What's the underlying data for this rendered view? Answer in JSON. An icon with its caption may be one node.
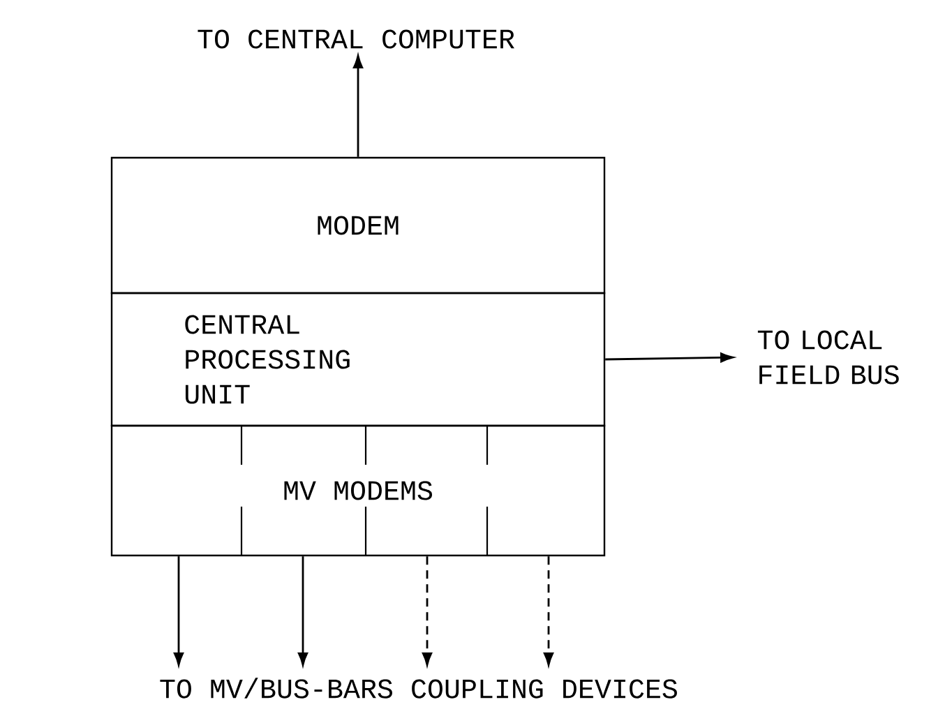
{
  "diagram": {
    "nodes": [
      {
        "text": [
          "MODEM"
        ]
      },
      {
        "text": [
          "CENTRAL PROCESSING UNIT"
        ]
      },
      {
        "text": [
          "MV MODEMS"
        ]
      },
      {
        "text": [
          "TO CENTRAL COMPUTER"
        ]
      },
      {
        "text": [
          "TO LOCAL FIELD BUS"
        ]
      },
      {
        "text": [
          "TO MV/BUS-BARS COUPLING DEVICES"
        ]
      }
    ],
    "edges": [
      {
        "from": 0,
        "to": 3,
        "arrow": "to"
      },
      {
        "from": 1,
        "to": 4,
        "arrow": "to"
      },
      {
        "from": 2,
        "to": 5,
        "arrow": "to"
      },
      {
        "from": 2,
        "to": 5,
        "arrow": "to"
      },
      {
        "from": 2,
        "to": 5,
        "arrow": "to",
        "style": "dashed"
      },
      {
        "from": 2,
        "to": 5,
        "arrow": "to",
        "style": "dashed"
      }
    ]
  }
}
